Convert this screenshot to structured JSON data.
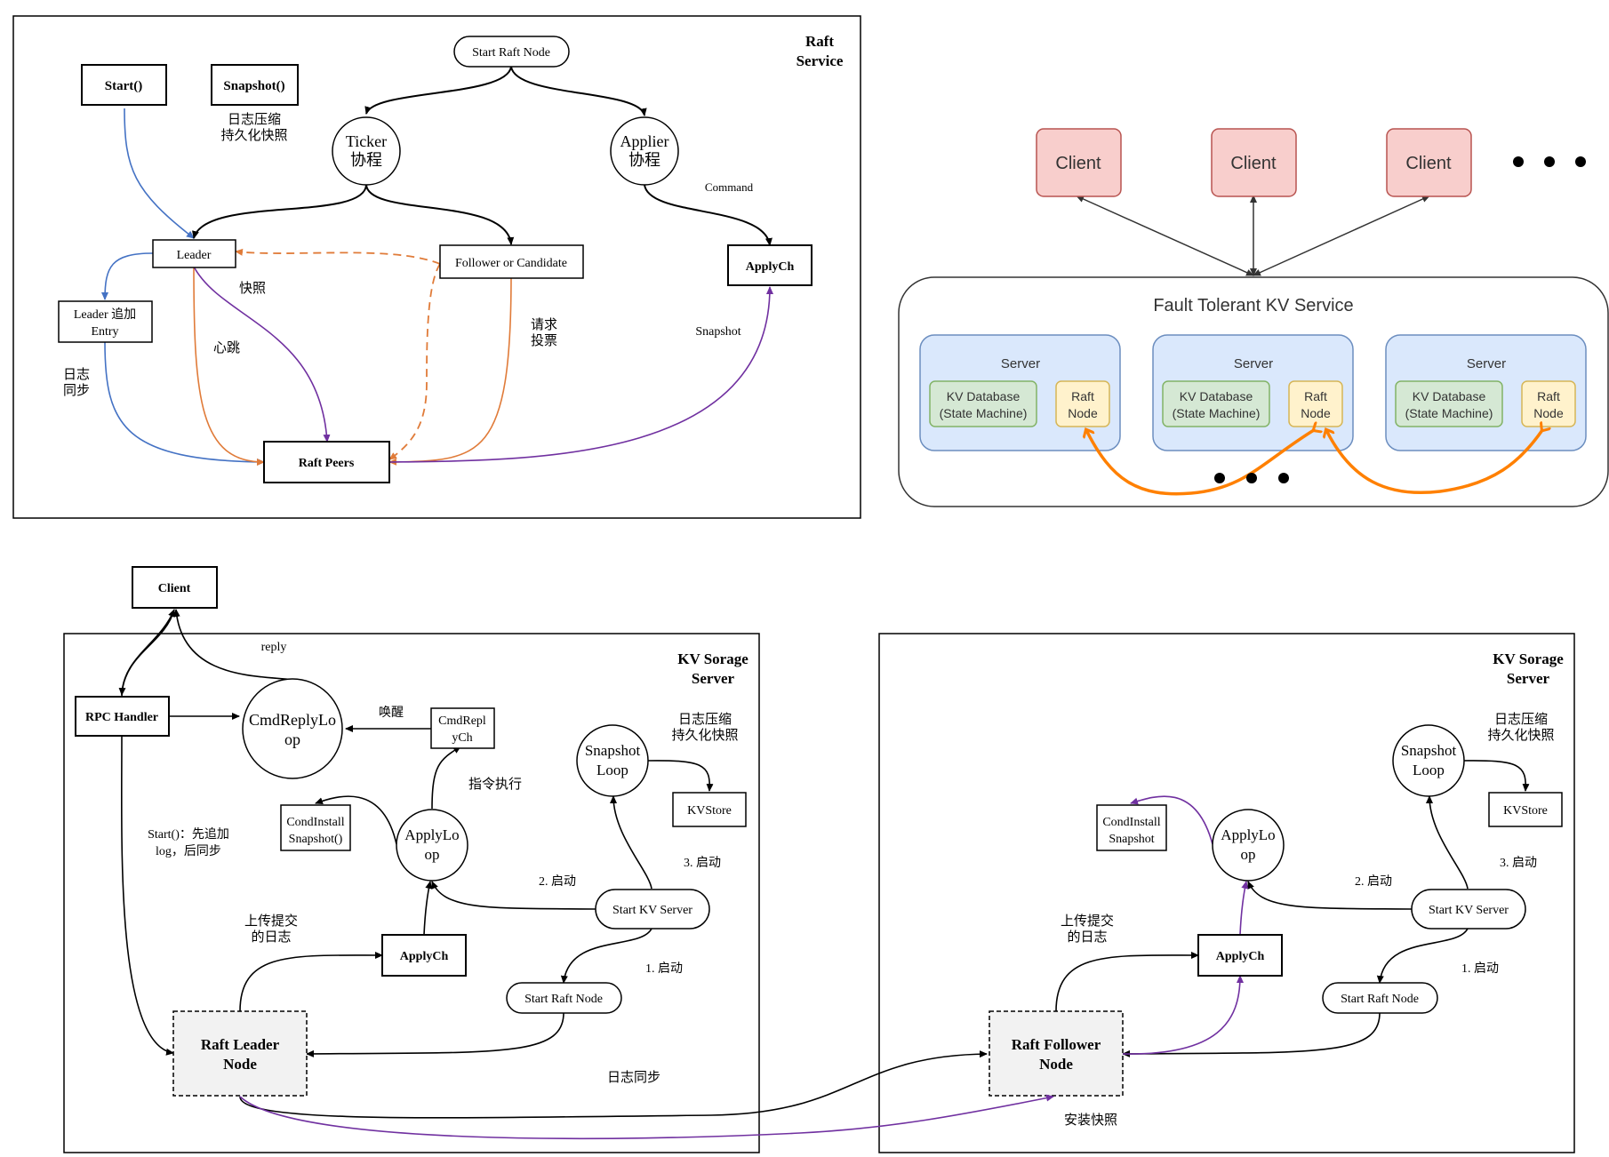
{
  "raft_service": {
    "title_line1": "Raft",
    "title_line2": "Service",
    "start": "Start()",
    "snapshot": "Snapshot()",
    "snapshot_note_line1": "日志压缩",
    "snapshot_note_line2": "持久化快照",
    "start_raft_node": "Start Raft Node",
    "ticker_line1": "Ticker",
    "ticker_line2": "协程",
    "applier_line1": "Applier",
    "applier_line2": "协程",
    "command_label": "Command",
    "leader": "Leader",
    "follower_or_candidate": "Follower or Candidate",
    "applych": "ApplyCh",
    "leader_append_line1": "Leader 追加",
    "leader_append_line2": "Entry",
    "log_sync_line1": "日志",
    "log_sync_line2": "同步",
    "snapshot_cn": "快照",
    "heartbeat": "心跳",
    "request_vote_line1": "请求",
    "request_vote_line2": "投票",
    "snapshot_label": "Snapshot",
    "raft_peers": "Raft Peers"
  },
  "kv_service": {
    "clients": [
      "Client",
      "Client",
      "Client"
    ],
    "title": "Fault Tolerant KV Service",
    "servers": [
      {
        "label": "Server",
        "db_line1": "KV Database",
        "db_line2": "(State Machine)",
        "raft_line1": "Raft",
        "raft_line2": "Node"
      },
      {
        "label": "Server",
        "db_line1": "KV Database",
        "db_line2": "(State Machine)",
        "raft_line1": "Raft",
        "raft_line2": "Node"
      },
      {
        "label": "Server",
        "db_line1": "KV Database",
        "db_line2": "(State Machine)",
        "raft_line1": "Raft",
        "raft_line2": "Node"
      }
    ]
  },
  "kv_storage": {
    "client": "Client",
    "reply": "reply",
    "leader_server": {
      "title_line1": "KV Sorage",
      "title_line2": "Server",
      "rpc_handler": "RPC Handler",
      "cmdreplyloop_line1": "CmdReplyLo",
      "cmdreplyloop_line2": "op",
      "wake_up": "唤醒",
      "cmdreplych_line1": "CmdRepl",
      "cmdreplych_line2": "yCh",
      "cmd_exec": "指令执行",
      "snapshot_note_line1": "日志压缩",
      "snapshot_note_line2": "持久化快照",
      "snapshot_loop_line1": "Snapshot",
      "snapshot_loop_line2": "Loop",
      "kvstore": "KVStore",
      "start_note_line1": "Start()：先追加",
      "start_note_line2": "log，后同步",
      "condinstall_line1": "CondInstall",
      "condinstall_line2": "Snapshot()",
      "applyloop_line1": "ApplyLo",
      "applyloop_line2": "op",
      "step3": "3. 启动",
      "step2": "2. 启动",
      "start_kv_server": "Start KV Server",
      "upload_line1": "上传提交",
      "upload_line2": "的日志",
      "applych": "ApplyCh",
      "step1": "1. 启动",
      "start_raft_node": "Start Raft Node",
      "raft_node_line1": "Raft Leader",
      "raft_node_line2": "Node",
      "log_sync": "日志同步"
    },
    "follower_server": {
      "title_line1": "KV Sorage",
      "title_line2": "Server",
      "snapshot_note_line1": "日志压缩",
      "snapshot_note_line2": "持久化快照",
      "snapshot_loop_line1": "Snapshot",
      "snapshot_loop_line2": "Loop",
      "kvstore": "KVStore",
      "condinstall_line1": "CondInstall",
      "condinstall_line2": "Snapshot",
      "applyloop_line1": "ApplyLo",
      "applyloop_line2": "op",
      "step3": "3. 启动",
      "step2": "2. 启动",
      "start_kv_server": "Start KV Server",
      "upload_line1": "上传提交",
      "upload_line2": "的日志",
      "applych": "ApplyCh",
      "step1": "1. 启动",
      "start_raft_node": "Start Raft Node",
      "raft_node_line1": "Raft Follower",
      "raft_node_line2": "Node",
      "install_snapshot": "安装快照"
    }
  },
  "colors": {
    "blue": "#4472c4",
    "orange": "#e07b39",
    "purple": "#7030a0",
    "bright_orange": "#ff8000",
    "client_fill": "#f8cecc",
    "client_stroke": "#b85450",
    "server_fill": "#dae8fc",
    "server_stroke": "#6c8ebf",
    "db_fill": "#d5e8d4",
    "db_stroke": "#82b366",
    "raft_fill": "#fff2cc",
    "raft_stroke": "#d6b656"
  }
}
